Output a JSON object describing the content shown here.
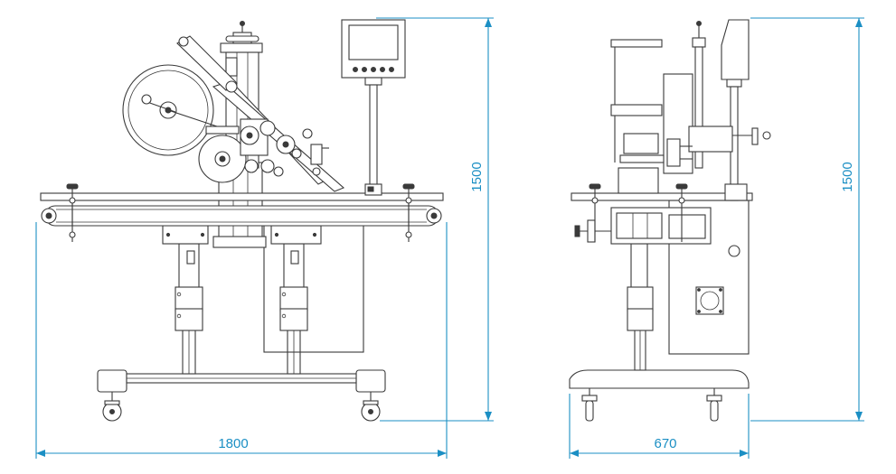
{
  "dimensions": {
    "front_width": "1800",
    "front_height": "1500",
    "side_width": "670",
    "side_height": "1500"
  },
  "colors": {
    "dimension": "#1b8fc4",
    "linework": "#3a3a3a",
    "background": "#ffffff"
  }
}
